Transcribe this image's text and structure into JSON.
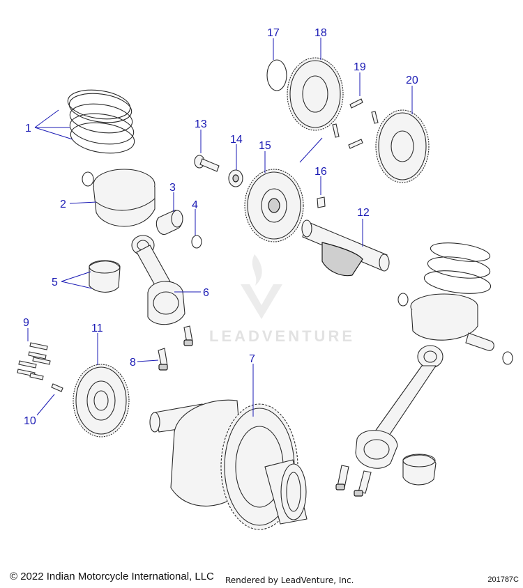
{
  "callouts": [
    {
      "id": "1",
      "label": "1"
    },
    {
      "id": "2",
      "label": "2"
    },
    {
      "id": "3",
      "label": "3"
    },
    {
      "id": "4",
      "label": "4"
    },
    {
      "id": "5",
      "label": "5"
    },
    {
      "id": "6",
      "label": "6"
    },
    {
      "id": "7",
      "label": "7"
    },
    {
      "id": "8",
      "label": "8"
    },
    {
      "id": "9",
      "label": "9"
    },
    {
      "id": "10",
      "label": "10"
    },
    {
      "id": "11",
      "label": "11"
    },
    {
      "id": "12",
      "label": "12"
    },
    {
      "id": "13",
      "label": "13"
    },
    {
      "id": "14",
      "label": "14"
    },
    {
      "id": "15",
      "label": "15"
    },
    {
      "id": "16",
      "label": "16"
    },
    {
      "id": "17",
      "label": "17"
    },
    {
      "id": "18",
      "label": "18"
    },
    {
      "id": "19",
      "label": "19"
    },
    {
      "id": "20",
      "label": "20"
    }
  ],
  "watermark": {
    "text": "LEADVENTURE"
  },
  "footer": {
    "copyright": "© 2022 Indian Motorcycle International, LLC",
    "rendered": "Rendered by LeadVenture, Inc.",
    "code": "201787C"
  },
  "colors": {
    "callout": "#1a1ab4",
    "line": "#2a2a2a",
    "watermark": "#e2e2e2"
  }
}
